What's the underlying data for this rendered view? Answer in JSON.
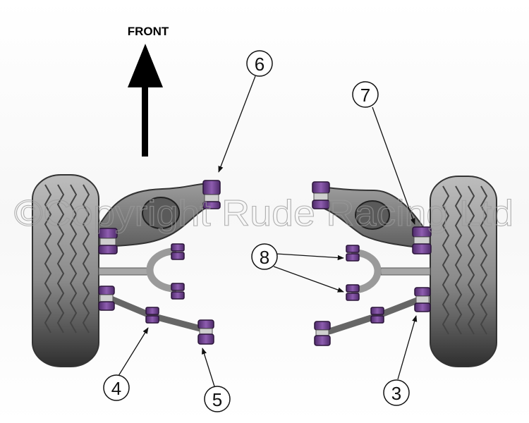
{
  "direction_label": "FRONT",
  "watermark": "©Copyright Rude Racing Ltd",
  "callouts": [
    {
      "id": "3",
      "label": "3"
    },
    {
      "id": "4",
      "label": "4"
    },
    {
      "id": "5",
      "label": "5"
    },
    {
      "id": "6",
      "label": "6"
    },
    {
      "id": "7",
      "label": "7"
    },
    {
      "id": "8",
      "label": "8"
    }
  ],
  "colors": {
    "bush": "#6b3a8c",
    "bush_light": "#8e5db0",
    "metal": "#8c8c8c",
    "tyre": "#6e6e6e"
  }
}
